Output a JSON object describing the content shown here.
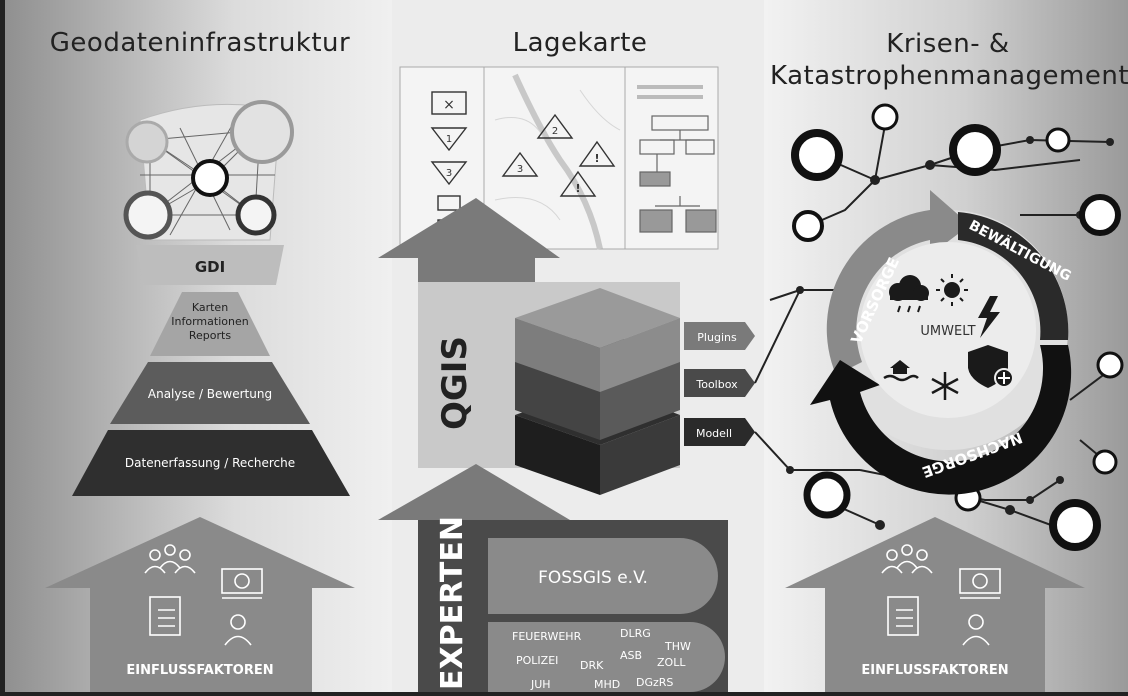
{
  "titles": {
    "left": "Geodateninfrastruktur",
    "middle": "Lagekarte",
    "right_line1": "Krisen- &",
    "right_line2": "Katastrophenmanagement"
  },
  "gdi": {
    "label": "GDI",
    "pyramid": {
      "top_line1": "Karten",
      "top_line2": "Informationen",
      "top_line3": "Reports",
      "middle": "Analyse / Bewertung",
      "bottom": "Datenerfassung / Recherche"
    }
  },
  "influence": {
    "label_left": "EINFLUSSFAKTOREN",
    "label_right": "EINFLUSSFAKTOREN"
  },
  "map_symbols": {
    "tri_1": "1",
    "tri_3": "3",
    "tri_2": "2",
    "tri_3b": "3",
    "warn": "!"
  },
  "qgis": {
    "label": "QGIS",
    "layers": [
      "Plugins",
      "Toolbox",
      "Modell"
    ]
  },
  "experten": {
    "label": "EXPERTEN",
    "fossgis": "FOSSGIS e.V.",
    "orgs": [
      "FEUERWEHR",
      "DLRG",
      "THW",
      "POLIZEI",
      "DRK",
      "ASB",
      "ZOLL",
      "JUH",
      "MHD",
      "DGzRS"
    ]
  },
  "cycle": {
    "vorsorge": "VORSORGE",
    "bewaeltigung": "BEWÄLTIGUNG",
    "nachsorge": "NACHSORGE",
    "umwelt": "UMWELT"
  },
  "colors": {
    "dark": "#2a2a2a",
    "mid": "#6e6e6e",
    "light": "#a8a8a8"
  }
}
